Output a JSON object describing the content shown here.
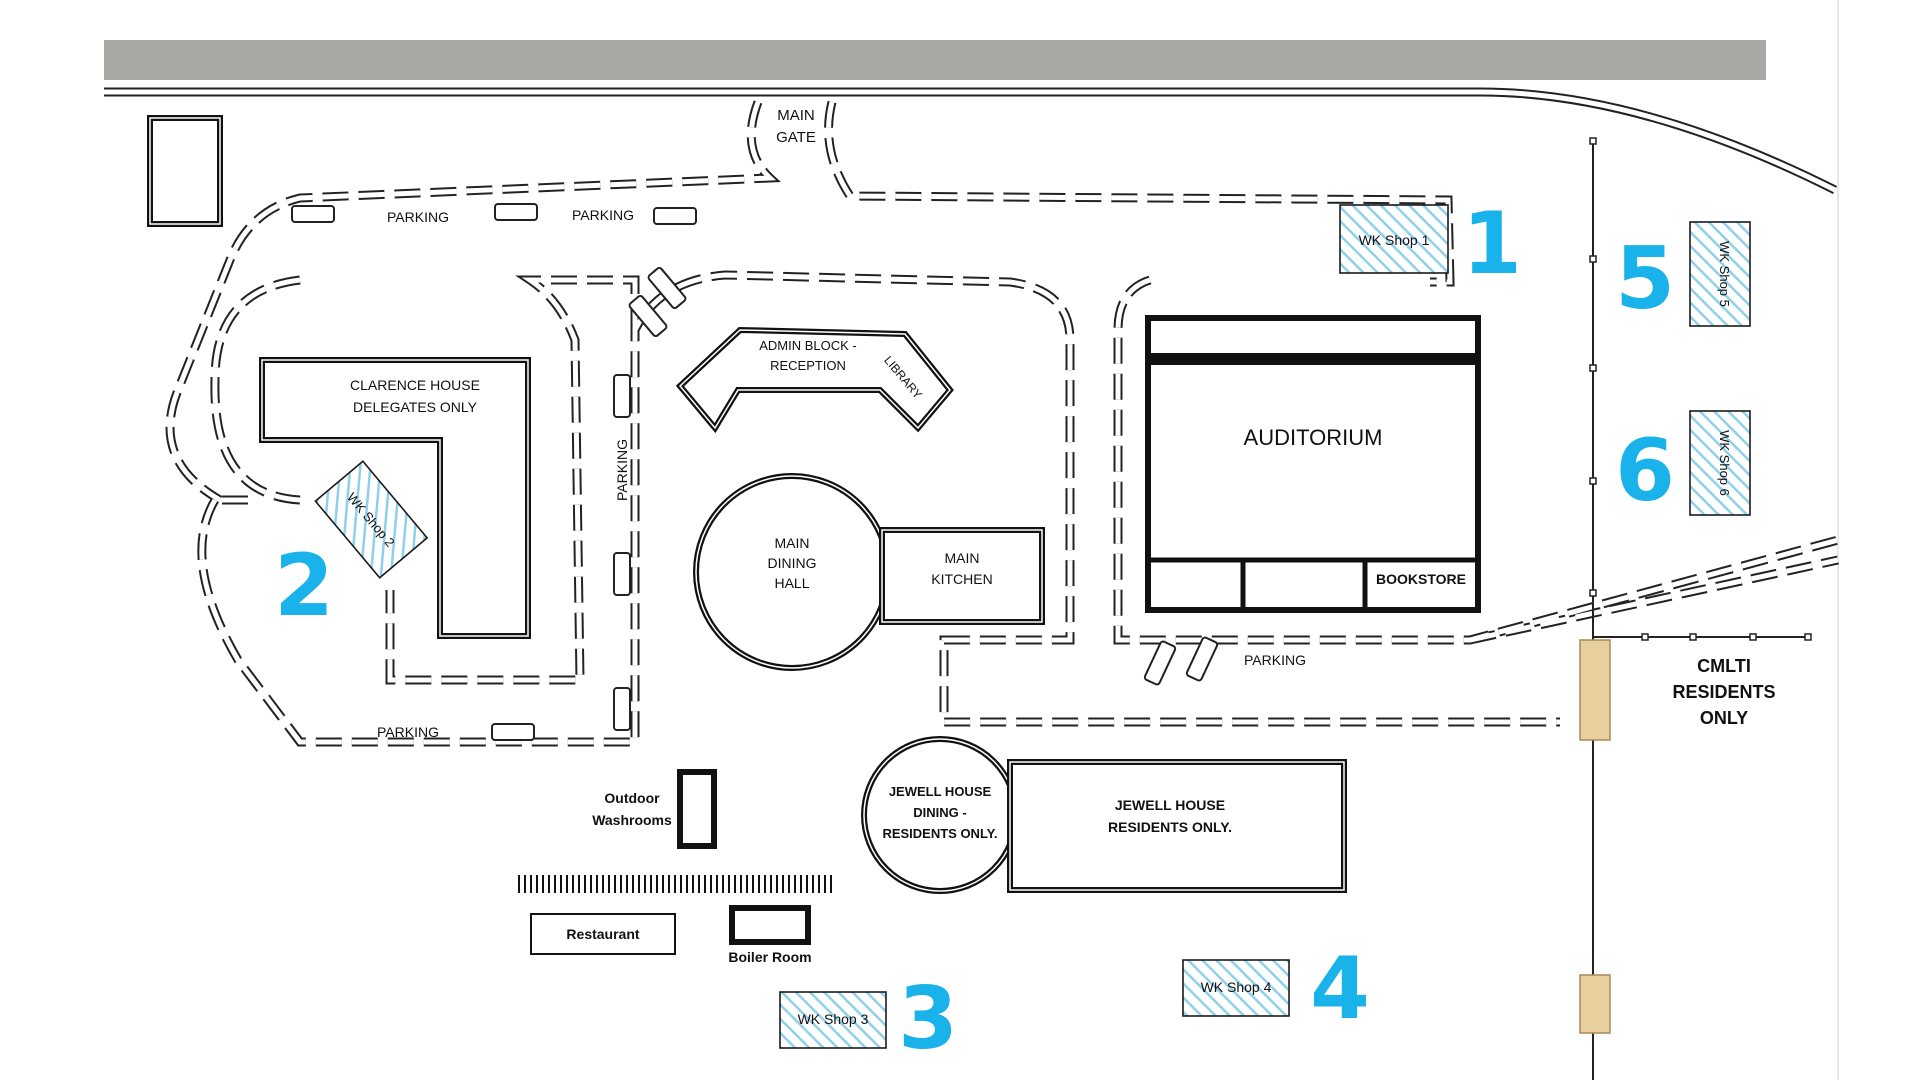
{
  "map": {
    "gate_label_line1": "MAIN",
    "gate_label_line2": "GATE",
    "parking_label": "PARKING",
    "buildings": {
      "clarence_line1": "CLARENCE HOUSE",
      "clarence_line2": "DELEGATES ONLY",
      "admin_line1": "ADMIN BLOCK -",
      "admin_line2": "RECEPTION",
      "library": "LIBRARY",
      "dining_line1": "MAIN",
      "dining_line2": "DINING",
      "dining_line3": "HALL",
      "kitchen_line1": "MAIN",
      "kitchen_line2": "KITCHEN",
      "auditorium": "AUDITORIUM",
      "bookstore": "BOOKSTORE",
      "jewell_dining_line1": "JEWELL HOUSE",
      "jewell_dining_line2": "DINING -",
      "jewell_dining_line3": "RESIDENTS ONLY.",
      "jewell_house_line1": "JEWELL HOUSE",
      "jewell_house_line2": "RESIDENTS ONLY.",
      "washrooms_line1": "Outdoor",
      "washrooms_line2": "Washrooms",
      "restaurant": "Restaurant",
      "boiler_room": "Boiler Room",
      "cmlti_line1": "CMLTI",
      "cmlti_line2": "RESIDENTS",
      "cmlti_line3": "ONLY"
    },
    "workshops": [
      {
        "label": "WK Shop 1",
        "number": "1"
      },
      {
        "label": "WK Shop 2",
        "number": "2"
      },
      {
        "label": "WK Shop 3",
        "number": "3"
      },
      {
        "label": "WK Shop 4",
        "number": "4"
      },
      {
        "label": "WK Shop 5",
        "number": "5"
      },
      {
        "label": "WK Shop 6",
        "number": "6"
      }
    ],
    "colors": {
      "workshop_number": "#1ab2ea",
      "workshop_hatch": "#8fd0ea",
      "highway": "#a7a8a4",
      "gate_post": "#e8cf9e"
    }
  }
}
